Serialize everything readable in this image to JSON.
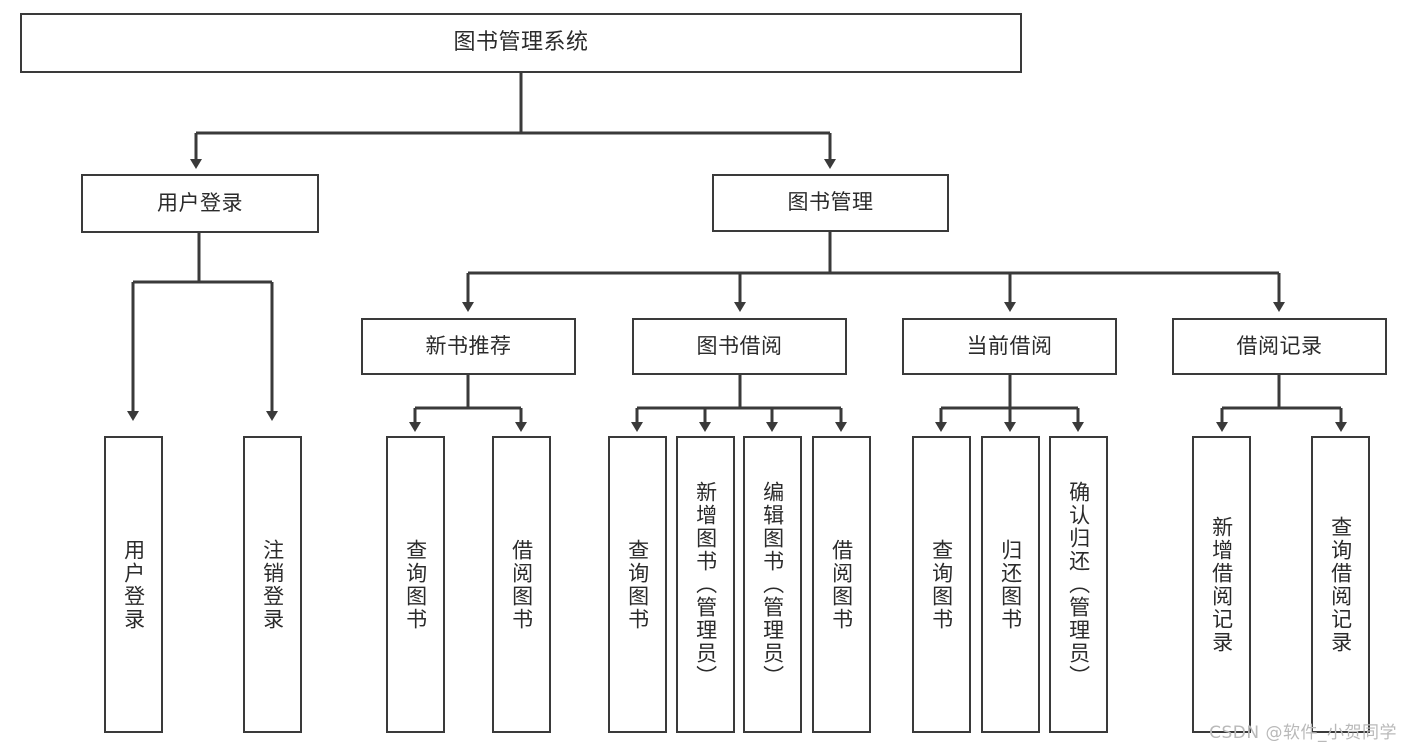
{
  "diagram": {
    "title": "图书管理系统",
    "type": "hierarchy-tree",
    "background": "#ffffff",
    "line_color": "#3a3a3a",
    "text_color": "#2b2b2b",
    "watermark": "CSDN @软件_小贺同学",
    "nodes": {
      "root": {
        "label": "图书管理系统"
      },
      "level2": [
        {
          "label": "用户登录"
        },
        {
          "label": "图书管理"
        }
      ],
      "level3": [
        {
          "label": "新书推荐"
        },
        {
          "label": "图书借阅"
        },
        {
          "label": "当前借阅"
        },
        {
          "label": "借阅记录"
        }
      ],
      "leaves": [
        {
          "label": "用户登录"
        },
        {
          "label": "注销登录"
        },
        {
          "label": "查询图书"
        },
        {
          "label": "借阅图书"
        },
        {
          "label": "查询图书"
        },
        {
          "label": "新增图书（管理员）"
        },
        {
          "label": "编辑图书（管理员）"
        },
        {
          "label": "借阅图书"
        },
        {
          "label": "查询图书"
        },
        {
          "label": "归还图书"
        },
        {
          "label": "确认归还（管理员）"
        },
        {
          "label": "新增借阅记录"
        },
        {
          "label": "查询借阅记录"
        }
      ]
    }
  }
}
